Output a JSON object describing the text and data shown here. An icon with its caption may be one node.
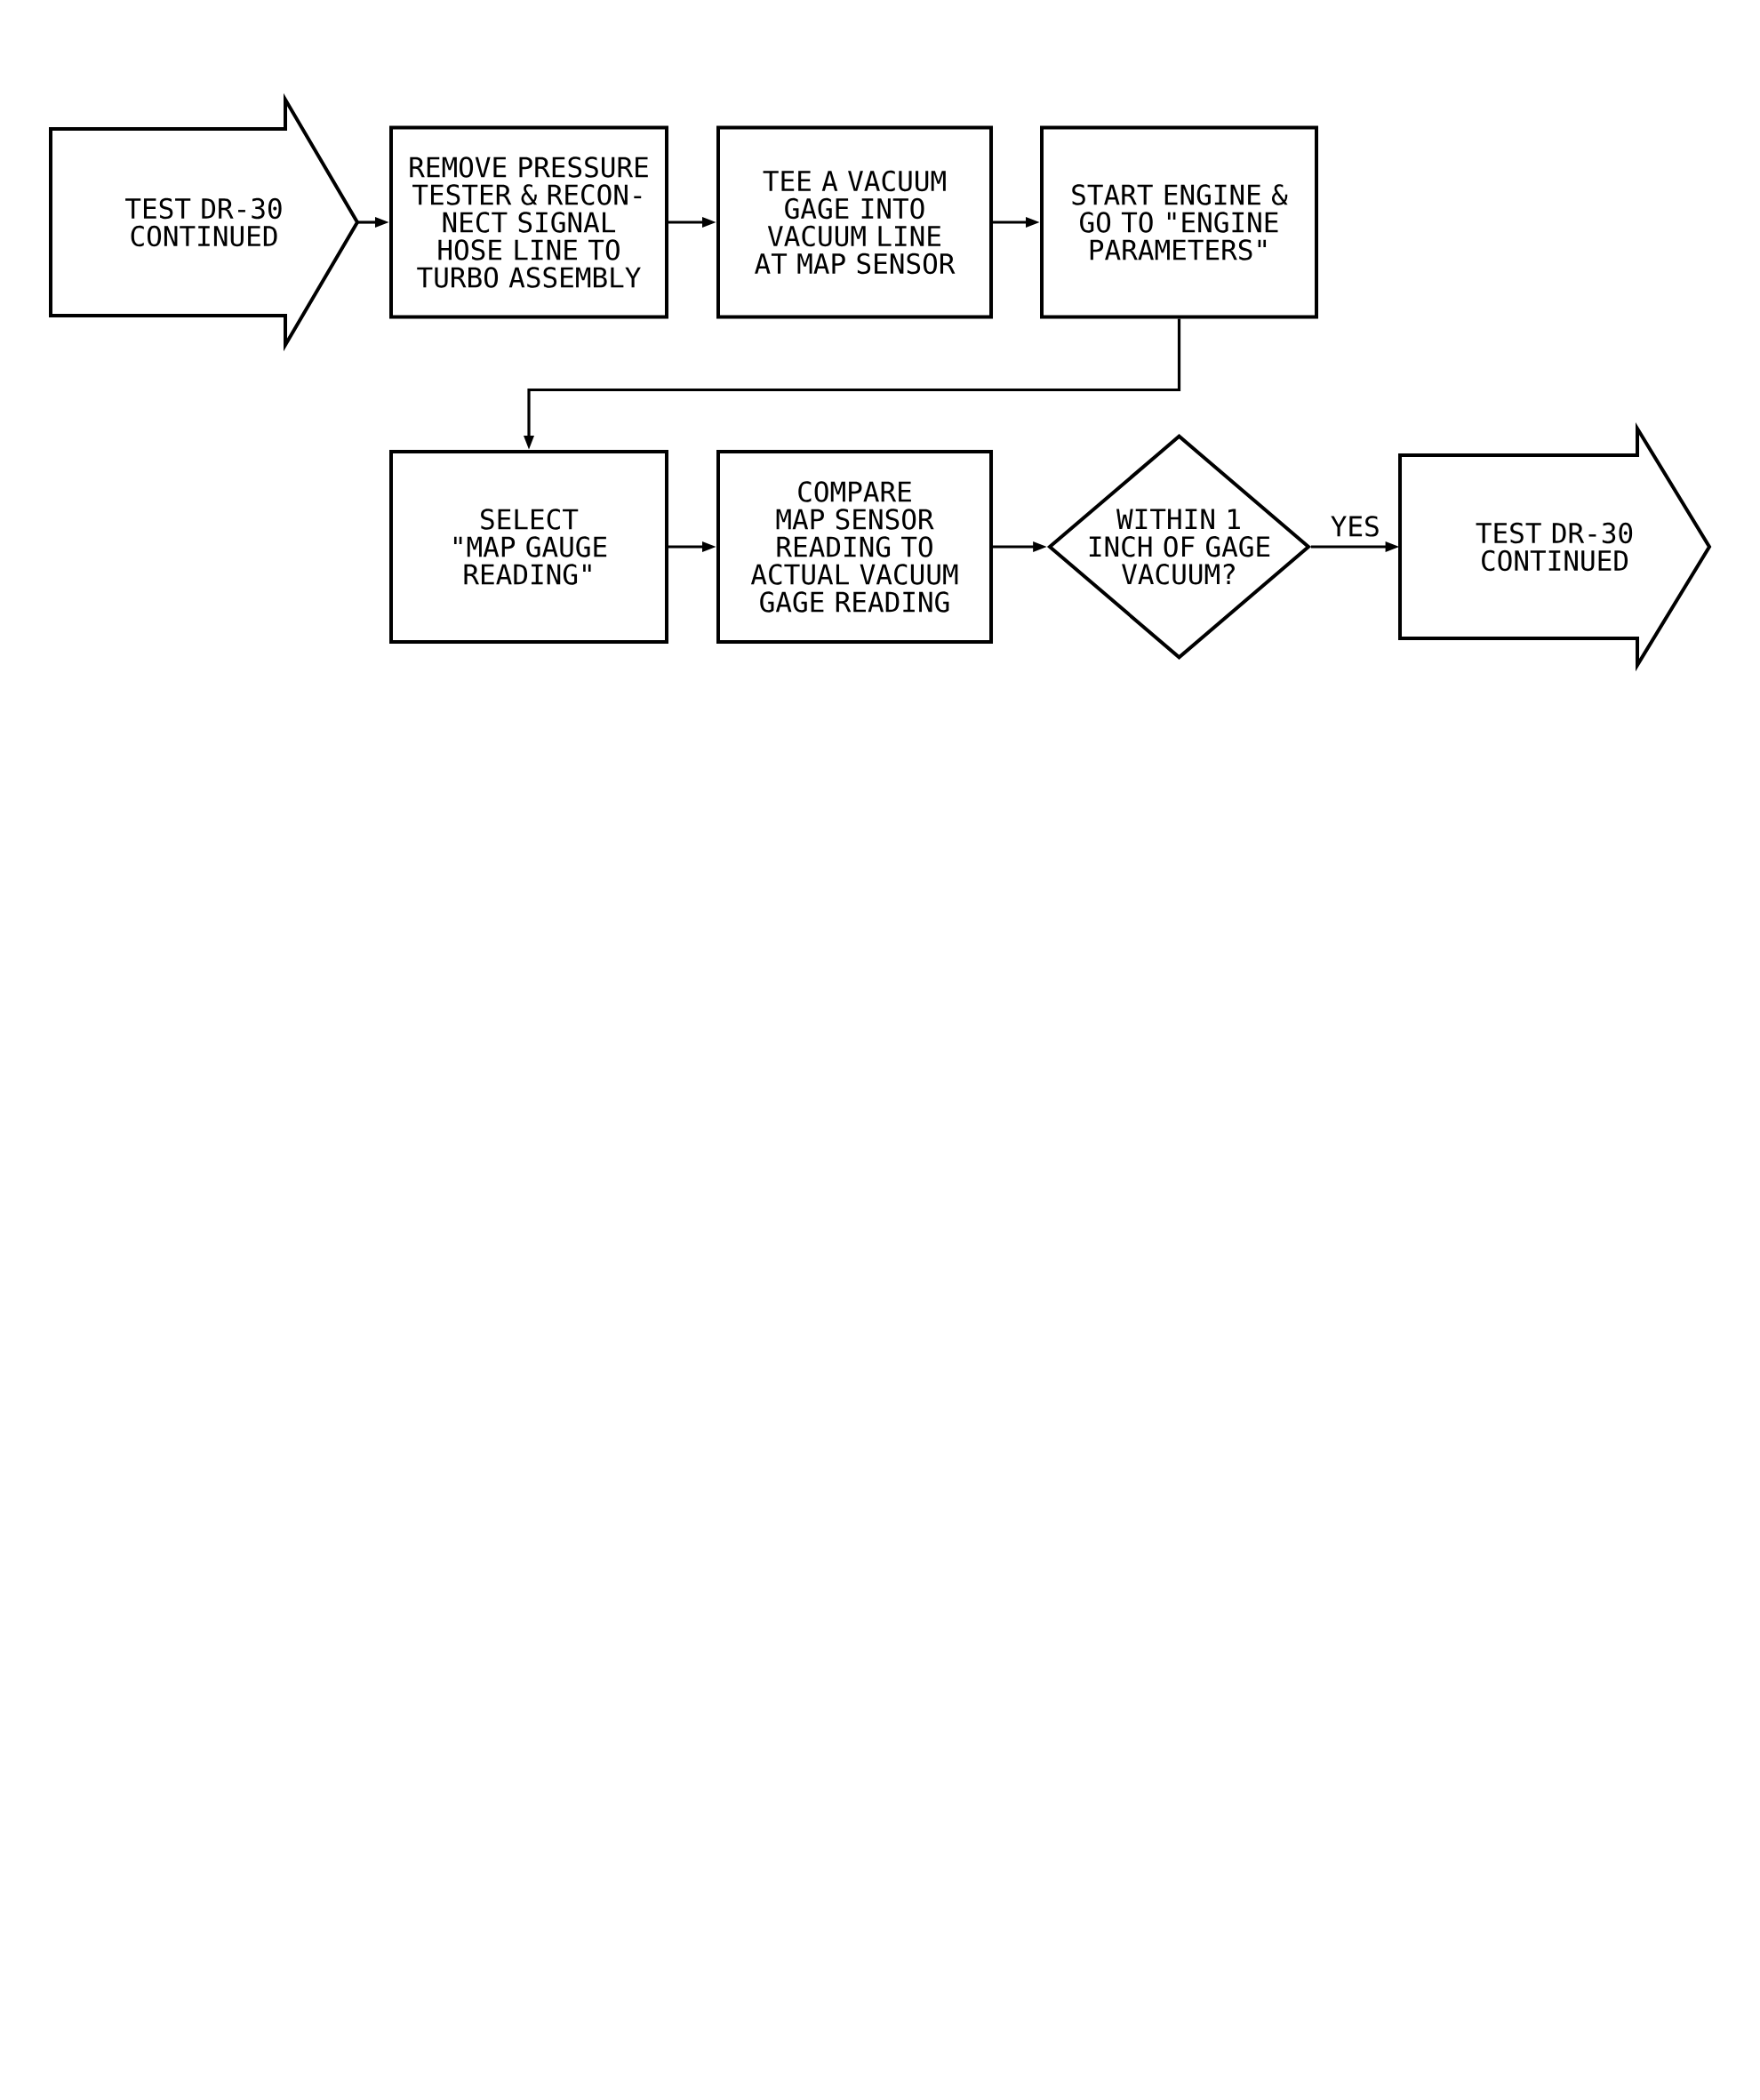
{
  "diagram": {
    "nodes": [
      {
        "text": [
          "TEST DR-30 CONTINUED"
        ]
      },
      {
        "text": [
          "REMOVE PRESSURE TESTER & RECON- NECT SIGNAL HOSE LINE TO TURBO ASSEMBLY"
        ]
      },
      {
        "text": [
          "TEE A VACUUM GAGE INTO VACUUM LINE AT MAP SENSOR"
        ]
      },
      {
        "text": [
          "START ENGINE & GO TO \"ENGINE PARAMETERS\""
        ]
      },
      {
        "text": [
          "SELECT \"MAP GAUGE READING\""
        ]
      },
      {
        "text": [
          "COMPARE MAP SENSOR READING TO ACTUAL VACUUM GAGE READING"
        ]
      },
      {
        "text": [
          "WITHIN 1 INCH OF GAGE VACUUM?"
        ]
      },
      {
        "text": [
          "TEST DR-30 CONTINUED"
        ]
      }
    ],
    "edges": [
      {
        "from": 0,
        "to": 1,
        "arrow": "to"
      },
      {
        "from": 1,
        "to": 2,
        "arrow": "to"
      },
      {
        "from": 2,
        "to": 3,
        "arrow": "to"
      },
      {
        "from": 3,
        "to": 4,
        "arrow": "to"
      },
      {
        "from": 4,
        "to": 5,
        "arrow": "to"
      },
      {
        "from": 5,
        "to": 6,
        "arrow": "to"
      },
      {
        "from": 6,
        "to": 7,
        "arrow": "to",
        "label": "YES"
      }
    ]
  }
}
